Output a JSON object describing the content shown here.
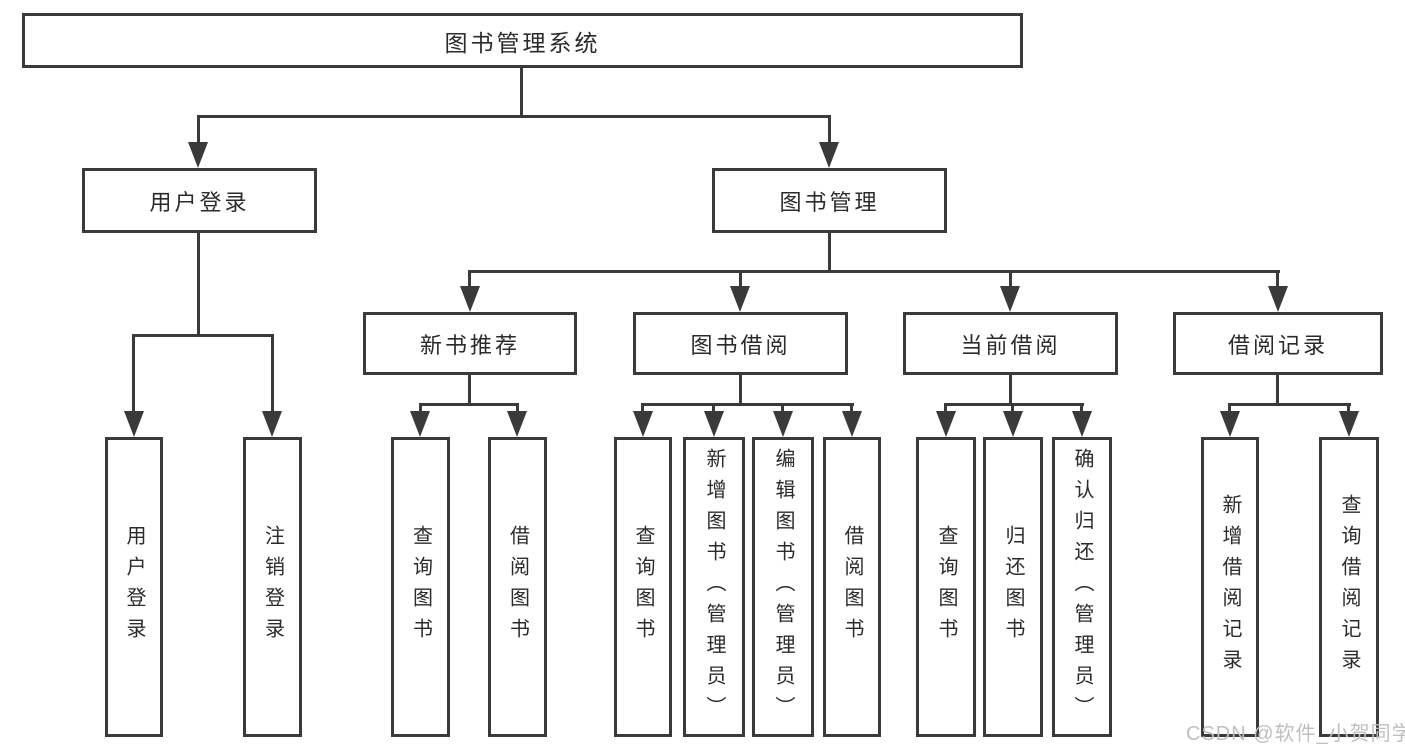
{
  "watermark": "CSDN @软件_小贺同学",
  "colors": {
    "line": "#3a3a3a",
    "text": "#2b2b2b",
    "background": "#ffffff",
    "watermark": "#bfbfbf"
  },
  "nodes": {
    "root": "图书管理系统",
    "user_login": "用户登录",
    "book_management": "图书管理",
    "new_book_recommend": "新书推荐",
    "book_borrow": "图书借阅",
    "current_borrow": "当前借阅",
    "borrow_record": "借阅记录",
    "leaf_user_login": "用户登录",
    "leaf_logout": "注销登录",
    "nb_query_book": "查询图书",
    "nb_borrow_book": "借阅图书",
    "bb_query_book": "查询图书",
    "bb_add_book": "新增图书（管理员）",
    "bb_edit_book": "编辑图书（管理员）",
    "bb_borrow_book": "借阅图书",
    "cb_query_book": "查询图书",
    "cb_return_book": "归还图书",
    "cb_confirm_return": "确认归还（管理员）",
    "br_add_record": "新增借阅记录",
    "br_query_record": "查询借阅记录"
  }
}
